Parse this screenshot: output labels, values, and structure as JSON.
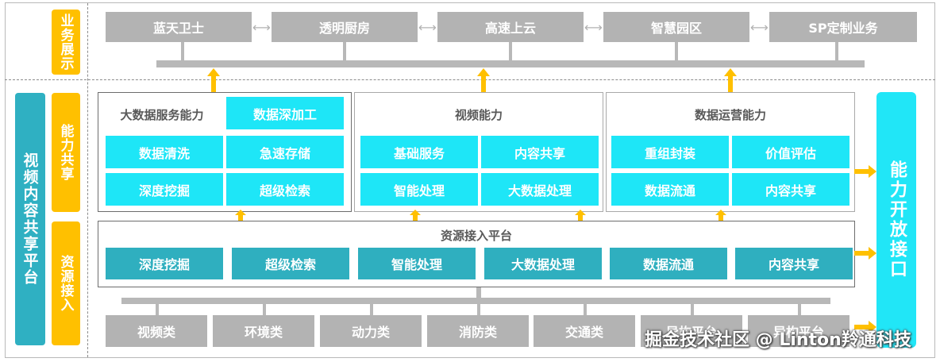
{
  "labels": {
    "business_display": "业务展示",
    "capability_share": "能力共享",
    "resource_access": "资源接入",
    "platform": "视频内容共享平台",
    "open_interface": "能力开放接口"
  },
  "business": [
    "蓝天卫士",
    "透明厨房",
    "高速上云",
    "智慧园区",
    "SP定制业务"
  ],
  "bigdata": {
    "title": "大数据服务能力",
    "highlight": "数据深加工",
    "items": [
      "数据清洗",
      "急速存储",
      "深度挖掘",
      "超级检索"
    ]
  },
  "video": {
    "title": "视频能力",
    "items": [
      "基础服务",
      "内容共享",
      "智能处理",
      "大数据处理"
    ]
  },
  "ops": {
    "title": "数据运营能力",
    "items": [
      "重组封装",
      "价值评估",
      "数据流通",
      "内容共享"
    ]
  },
  "resource": {
    "title": "资源接入平台",
    "items": [
      "深度挖掘",
      "超级检索",
      "智能处理",
      "大数据处理",
      "数据流通",
      "内容共享"
    ]
  },
  "sources": [
    "视频类",
    "环境类",
    "动力类",
    "消防类",
    "交通类",
    "异构平台",
    "异构平台"
  ],
  "watermark": "掘金技术社区 @ Linton羚通科技",
  "colors": {
    "yellow": "#ffc000",
    "cyan": "#1ee6f7",
    "teal": "#2fafbf",
    "gray": "#b3b3b3",
    "arrow": "#ffc000"
  }
}
